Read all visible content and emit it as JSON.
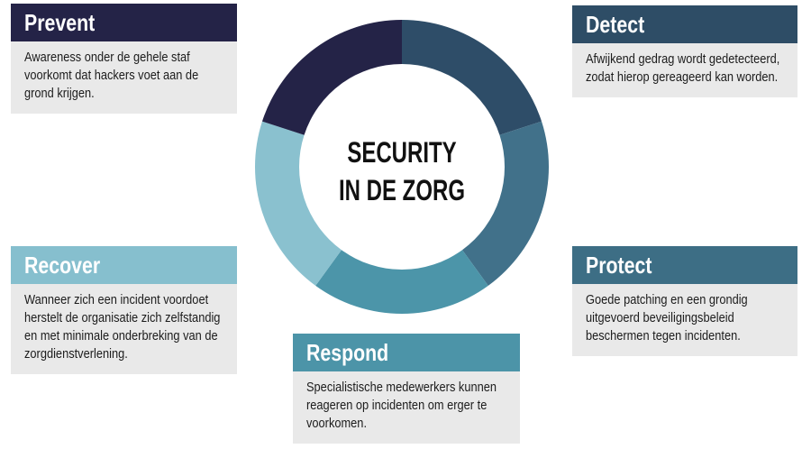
{
  "title": {
    "line1": "SECURITY",
    "line2": "IN DE ZORG"
  },
  "cards": {
    "prevent": {
      "label": "Prevent",
      "text": "Awareness onder de gehele staf voorkomt dat hackers voet aan de grond krijgen.",
      "color": "#242347"
    },
    "detect": {
      "label": "Detect",
      "text": "Afwijkend gedrag wordt gedetecteerd, zodat hierop gereageerd kan worden.",
      "color": "#2e4d66"
    },
    "recover": {
      "label": "Recover",
      "text": "Wanneer zich een incident voordoet herstelt de organisatie zich zelfstandig en met minimale onderbreking van de zorgdienstverlening.",
      "color": "#86bfce"
    },
    "protect": {
      "label": "Protect",
      "text": "Goede patching en een grondig uitgevoerd beveiligingsbeleid beschermen tegen incidenten.",
      "color": "#3d6e85"
    },
    "respond": {
      "label": "Respond",
      "text": "Specialistische medewerkers kunnen reageren op incidenten om erger te voorkomen.",
      "color": "#4c94a8"
    }
  },
  "colors": {
    "card_body_bg": "#e9e9e9",
    "body_text": "#1c1c1c",
    "center_text": "#111111"
  },
  "chart_data": {
    "type": "pie",
    "subtype": "donut",
    "title": "SECURITY IN DE ZORG",
    "outer_radius": 163,
    "inner_radius": 114,
    "segments": [
      {
        "name": "Detect",
        "value": 20,
        "start_deg": 0,
        "end_deg": 72,
        "color": "#2e4d68"
      },
      {
        "name": "Protect",
        "value": 20,
        "start_deg": 72,
        "end_deg": 144,
        "color": "#41718a"
      },
      {
        "name": "Respond",
        "value": 20,
        "start_deg": 144,
        "end_deg": 216,
        "color": "#4c95a9"
      },
      {
        "name": "Recover",
        "value": 20,
        "start_deg": 216,
        "end_deg": 288,
        "color": "#8ac1cf"
      },
      {
        "name": "Prevent",
        "value": 20,
        "start_deg": 288,
        "end_deg": 360,
        "color": "#242347"
      }
    ]
  }
}
